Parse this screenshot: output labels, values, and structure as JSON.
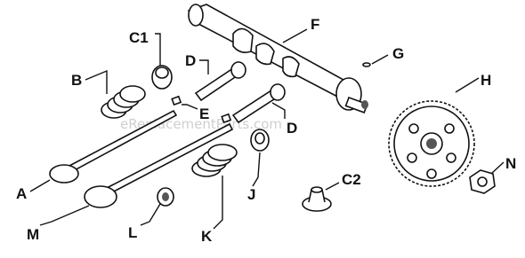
{
  "diagram": {
    "watermark": "eReplacementParts.com",
    "labels": {
      "A": "A",
      "B": "B",
      "C1": "C1",
      "C2": "C2",
      "D1": "D",
      "D2": "D",
      "E": "E",
      "F": "F",
      "G": "G",
      "H": "H",
      "J": "J",
      "K": "K",
      "L": "L",
      "M": "M",
      "N": "N"
    }
  }
}
